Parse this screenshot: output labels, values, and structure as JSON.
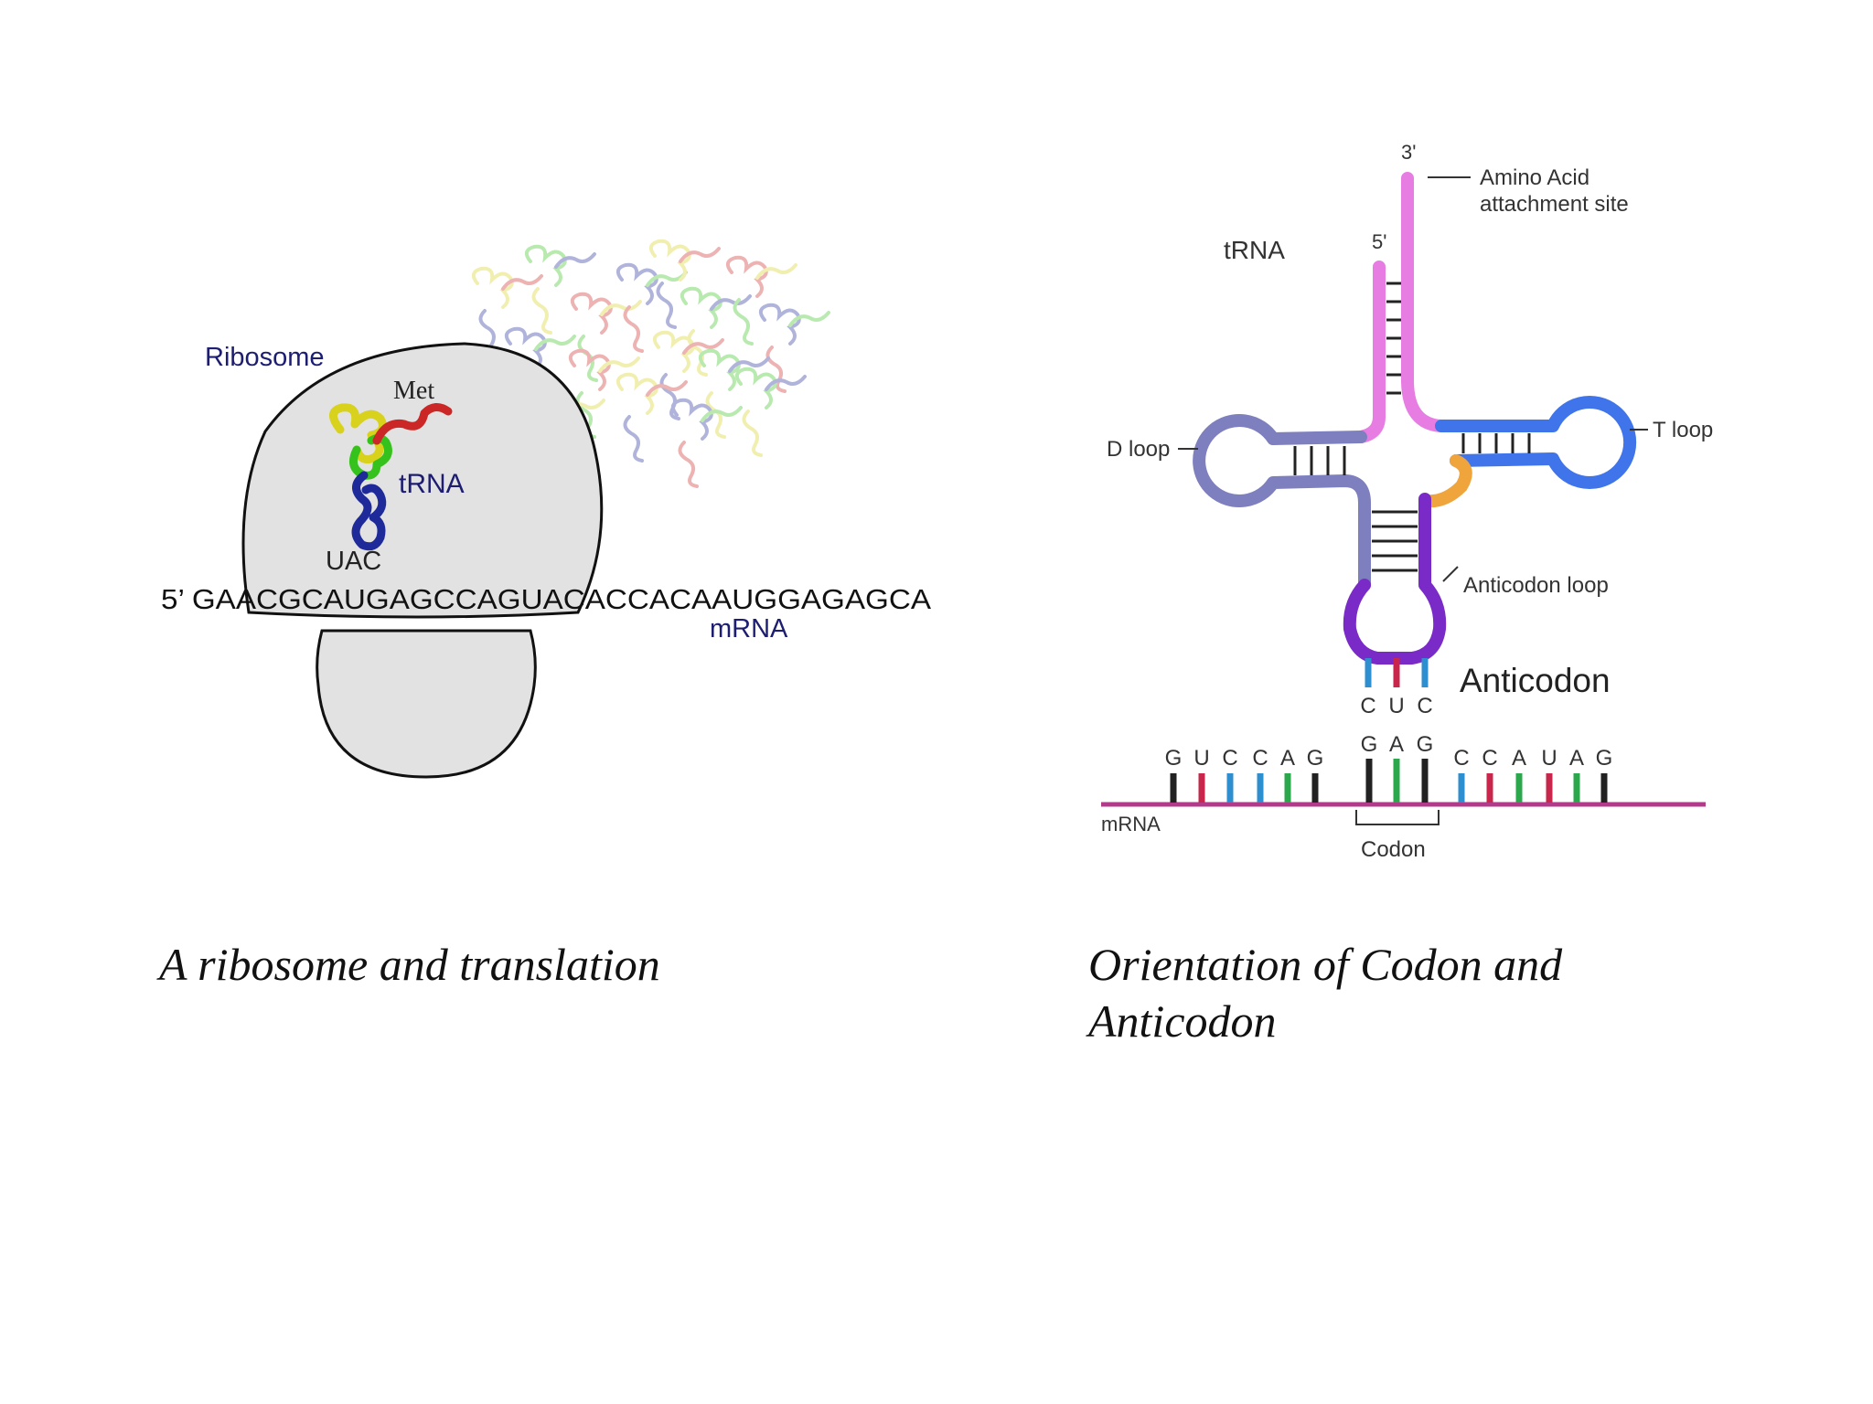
{
  "colors": {
    "ribosome_fill": "#e2e2e2",
    "ribosome_stroke": "#111111",
    "label_navy": "#1d1d72",
    "trna_yellow": "#d8d21c",
    "trna_green": "#36c21c",
    "trna_red": "#cc2727",
    "trna_blue": "#1f2a9a",
    "acceptor_pink": "#e77de2",
    "dloop": "#7d7fbe",
    "tloop": "#3f74ea",
    "anticodon_loop": "#7a2bc7",
    "variable_orange": "#f0a43c",
    "mrna_line": "#b33a8a",
    "base_black": "#222222",
    "base_red": "#c8264a",
    "base_blue": "#2d8fd0",
    "base_green": "#2aa84b"
  },
  "left": {
    "ribosome_label": "Ribosome",
    "met_label": "Met",
    "trna_label": "tRNA",
    "anticodon_label": "UAC",
    "mrna_sequence": "5’ GAACGCAUGAGCCAGUACACCACAAUGGAGAGCA",
    "mrna_label": "mRNA",
    "caption": "A ribosome and translation"
  },
  "right": {
    "three_prime": "3'",
    "five_prime": "5'",
    "amino_acid_line1": "Amino Acid",
    "amino_acid_line2": "attachment site",
    "trna_label": "tRNA",
    "d_loop": "D loop",
    "t_loop": "T loop",
    "anticodon_loop": "Anticodon loop",
    "anticodon_heading": "Anticodon",
    "anticodon_bases": [
      {
        "letter": "C",
        "color": "base_blue"
      },
      {
        "letter": "U",
        "color": "base_red"
      },
      {
        "letter": "C",
        "color": "base_blue"
      }
    ],
    "mrna_bases": [
      {
        "letter": "G",
        "color": "base_black"
      },
      {
        "letter": "U",
        "color": "base_red"
      },
      {
        "letter": "C",
        "color": "base_blue"
      },
      {
        "letter": "C",
        "color": "base_blue"
      },
      {
        "letter": "A",
        "color": "base_green"
      },
      {
        "letter": "G",
        "color": "base_black"
      },
      {
        "letter": "G",
        "color": "base_black"
      },
      {
        "letter": "A",
        "color": "base_green"
      },
      {
        "letter": "G",
        "color": "base_black"
      },
      {
        "letter": "C",
        "color": "base_blue"
      },
      {
        "letter": "C",
        "color": "base_red"
      },
      {
        "letter": "A",
        "color": "base_green"
      },
      {
        "letter": "U",
        "color": "base_red"
      },
      {
        "letter": "A",
        "color": "base_green"
      },
      {
        "letter": "G",
        "color": "base_black"
      }
    ],
    "mrna_label": "mRNA",
    "codon_label": "Codon",
    "caption_line1": "Orientation of Codon and",
    "caption_line2": "Anticodon"
  }
}
